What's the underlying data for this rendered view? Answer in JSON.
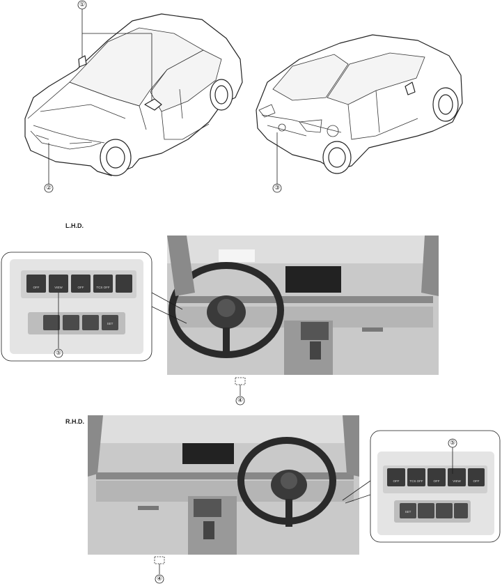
{
  "callouts": {
    "c1": "①",
    "c2": "②",
    "c3": "③",
    "c4_lhd": "④",
    "c5_lhd": "⑤",
    "c4_rhd": "④",
    "c5_rhd": "⑤"
  },
  "sections": {
    "lhd_label": "L.H.D.",
    "rhd_label": "R.H.D."
  },
  "switch_panel_lhd": {
    "top_row": [
      "OFF",
      "VIEW",
      "OFF",
      "TCS OFF",
      ""
    ],
    "bottom_row": [
      "",
      "",
      "",
      "SET"
    ]
  },
  "switch_panel_rhd": {
    "top_row": [
      "OFF",
      "TCS OFF",
      "OFF",
      "VIEW",
      "OFF"
    ],
    "bottom_row": [
      "SET",
      "",
      "",
      ""
    ]
  }
}
